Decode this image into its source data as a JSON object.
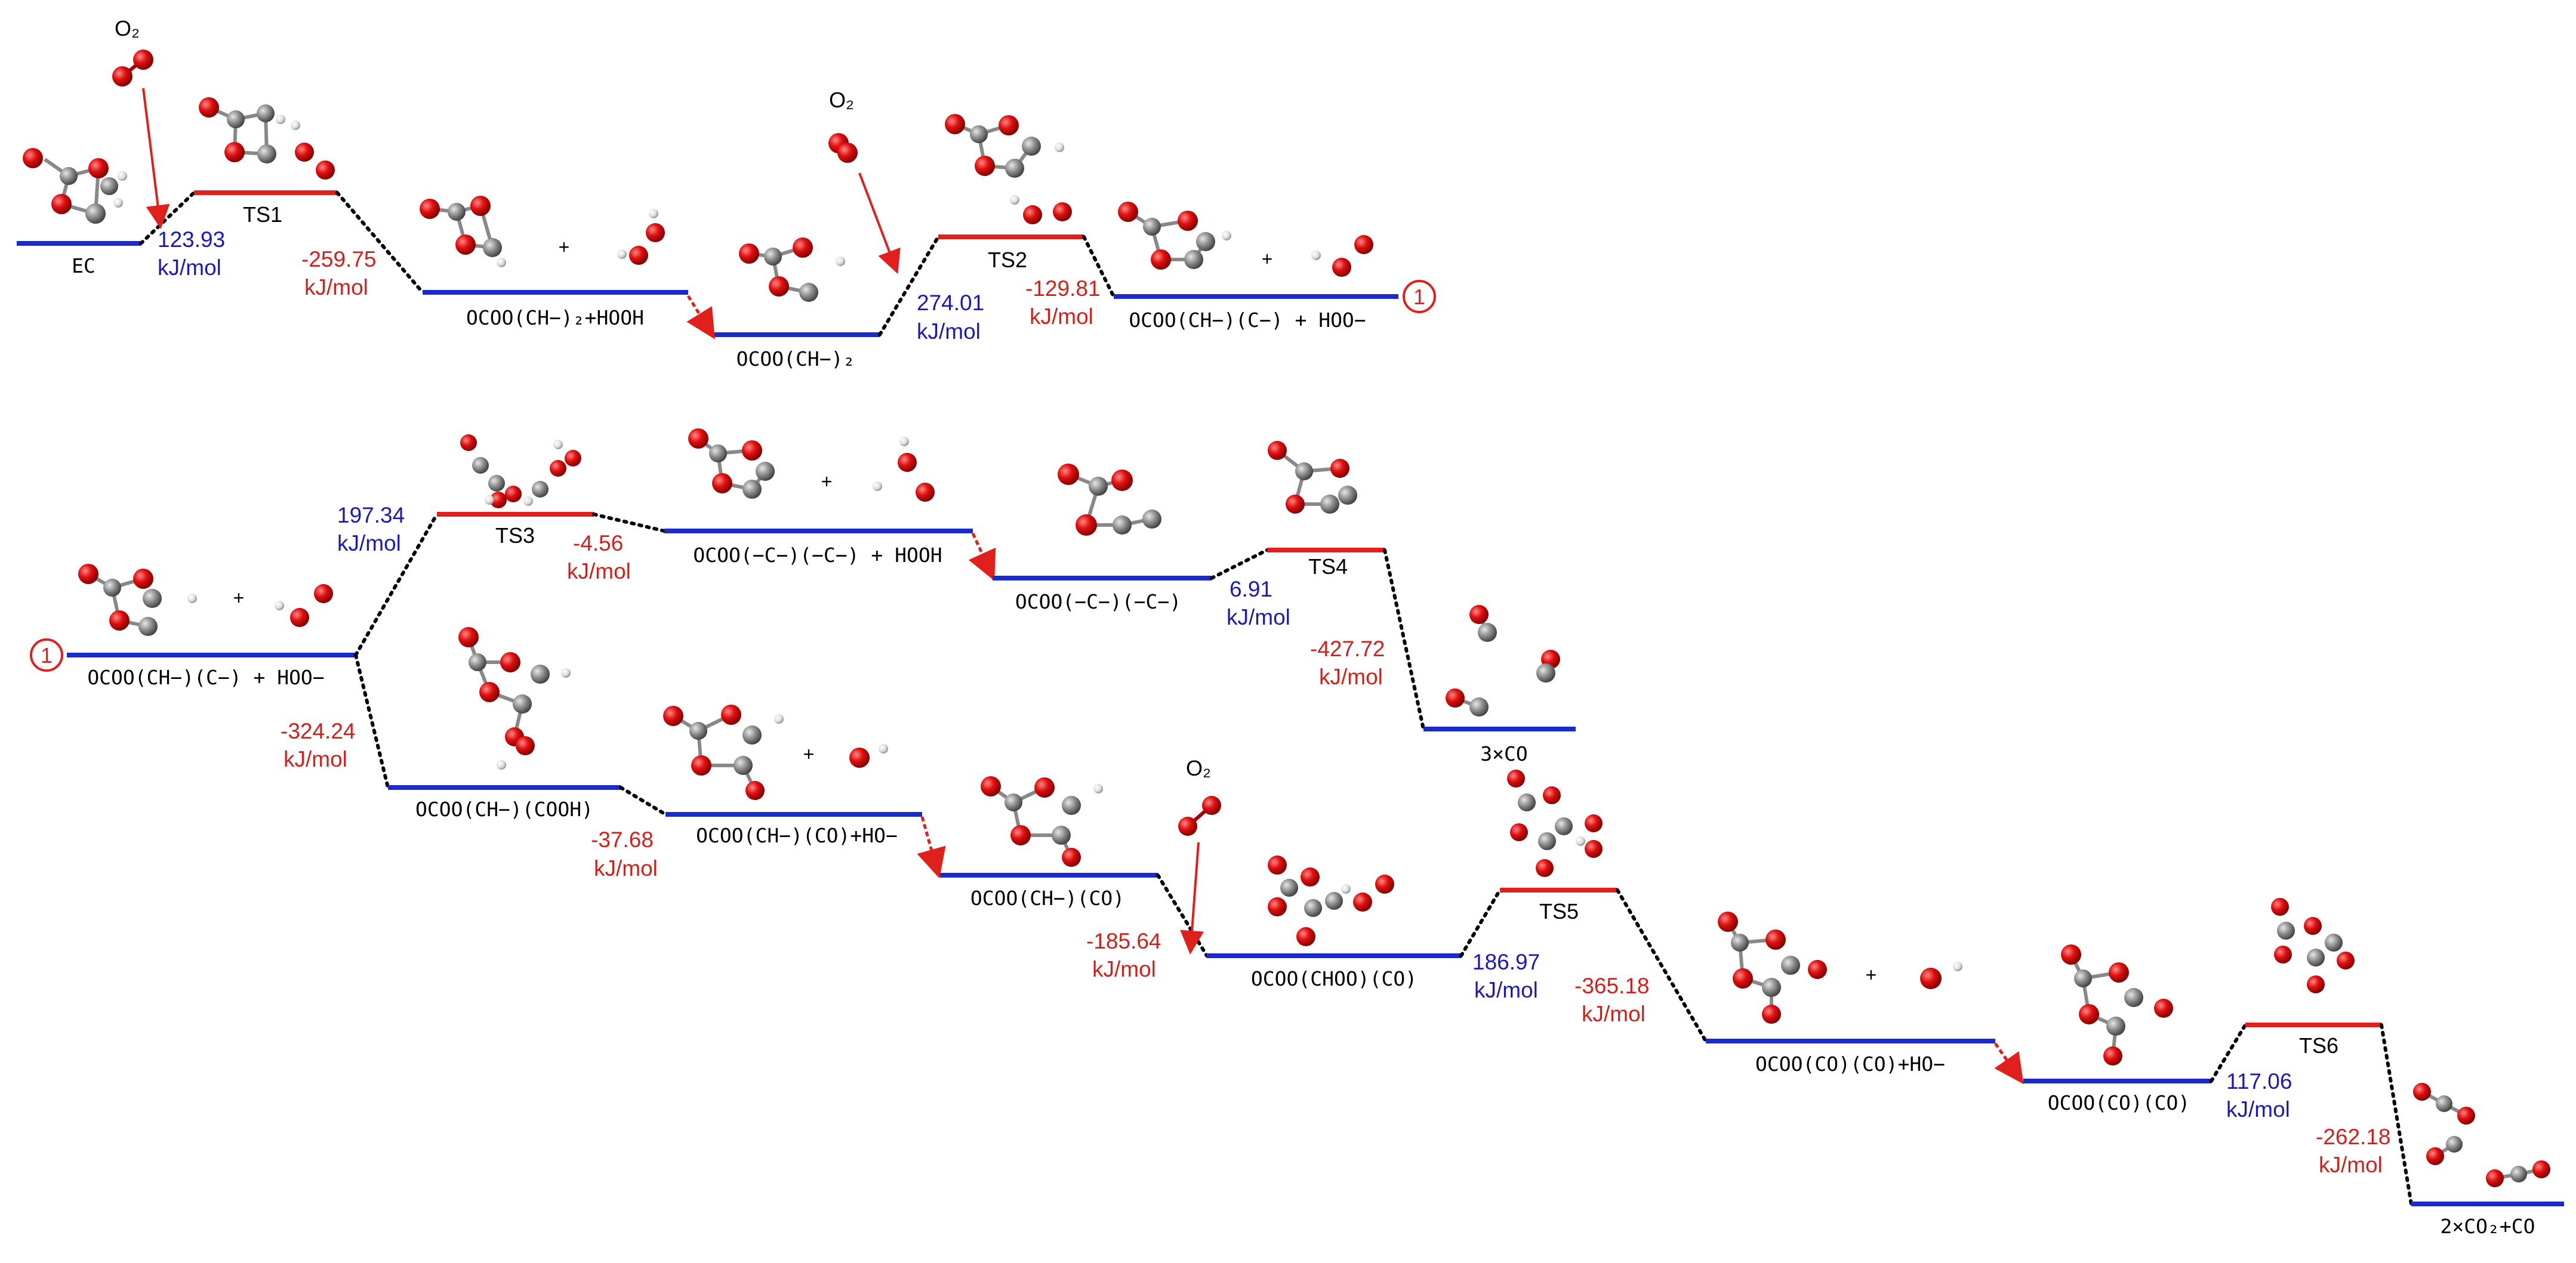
{
  "colors": {
    "intermediate": "#1a2bc8",
    "transition": "#e0201c",
    "barrier_text": "#1a1ab0",
    "release_text": "#d0201c",
    "oxygen": "#e01010",
    "carbon": "#808080",
    "hydrogen": "#dddddd"
  },
  "levels": {
    "ec": "EC",
    "ts1": "TS1",
    "ocoo_ch2_hooh": "OCOO(CH−)₂+HOOH",
    "ocoo_ch2": "OCOO(CH−)₂",
    "ts2": "TS2",
    "ocoo_ch_c_hoo_a": "OCOO(CH−)(C−) + HOO−",
    "ocoo_ch_c_hoo_b": "OCOO(CH−)(C−) + HOO−",
    "ts3": "TS3",
    "ocoo_cc_hooh": "OCOO(−C−)(−C−) + HOOH",
    "ocoo_cc": "OCOO(−C−)(−C−)",
    "ts4": "TS4",
    "three_co": "3×CO",
    "ocoo_ch_cooh": "OCOO(CH−)(COOH)",
    "ocoo_ch_co_ho": "OCOO(CH−)(CO)+HO−",
    "ocoo_ch_co": "OCOO(CH−)(CO)",
    "ocoo_choo_co": "OCOO(CHOO)(CO)",
    "ts5": "TS5",
    "ocoo_co_co_ho": "OCOO(CO)(CO)+HO−",
    "ocoo_co_co": "OCOO(CO)(CO)",
    "ts6": "TS6",
    "two_co2_co": "2×CO₂+CO"
  },
  "energies": {
    "e1": "123.93",
    "e2": "-259.75",
    "e3": "274.01",
    "e4": "-129.81",
    "e5": "197.34",
    "e6": "-4.56",
    "e7": "6.91",
    "e8": "-427.72",
    "e9": "-324.24",
    "e10": "-37.68",
    "e11": "-185.64",
    "e12": "186.97",
    "e13": "-365.18",
    "e14": "117.06",
    "e15": "-262.18",
    "unit": "kJ/mol"
  },
  "reactant": {
    "o2": "O₂"
  },
  "markers": {
    "link": "1"
  },
  "plus": "+"
}
